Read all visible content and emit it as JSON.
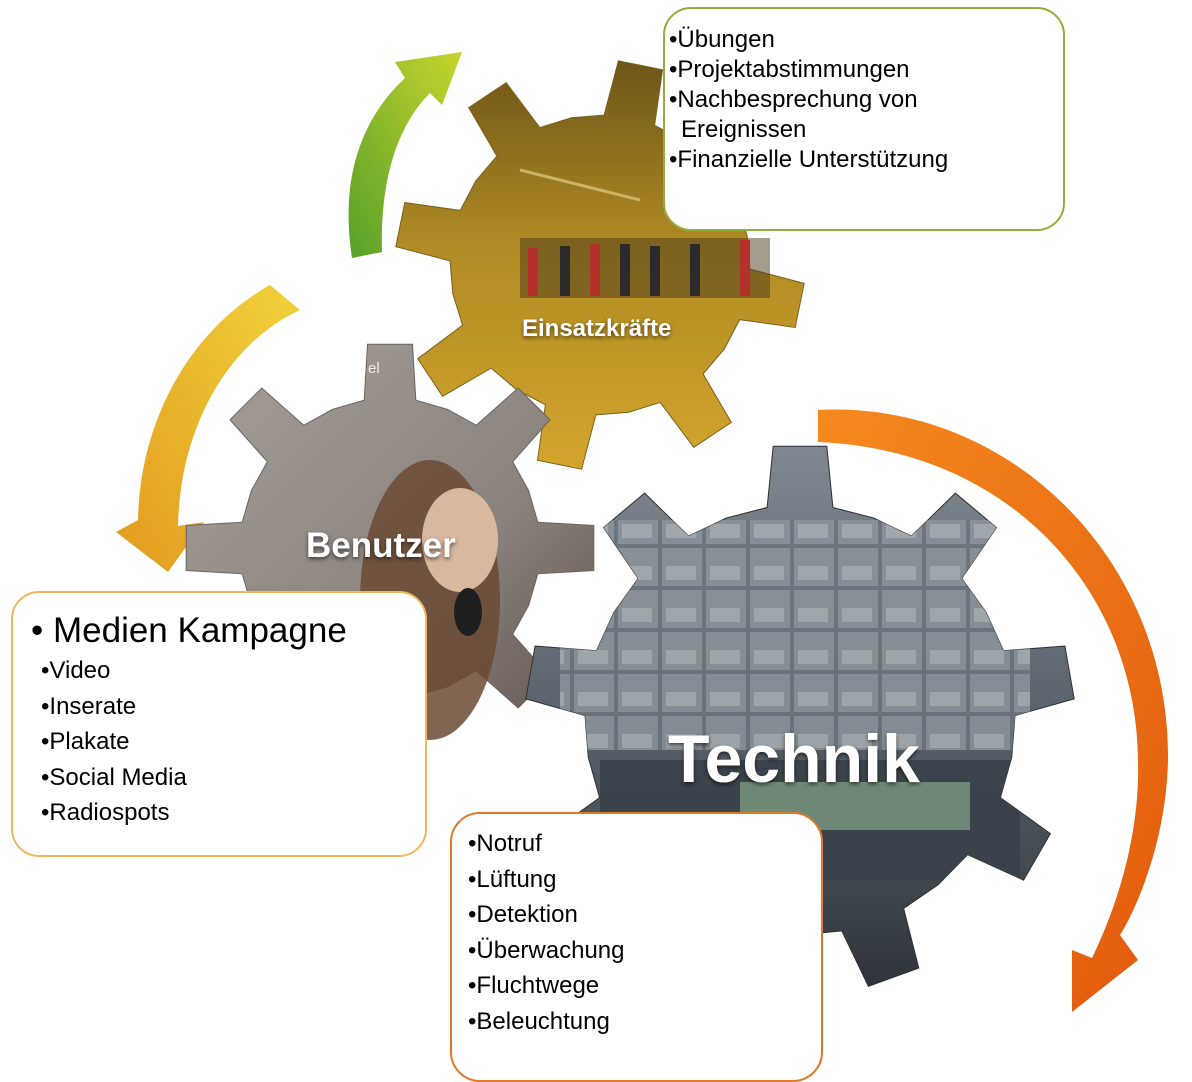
{
  "gears": {
    "einsatz": {
      "label": "Einsatzkräfte"
    },
    "benutzer": {
      "label": "Benutzer"
    },
    "technik": {
      "label": "Technik"
    }
  },
  "photo_fragment": "el",
  "boxes": {
    "einsatz": {
      "items": [
        "Übungen",
        "Projektabstimmungen",
        "Nachbesprechung von",
        "Ereignissen",
        "Finanzielle Unterstützung"
      ]
    },
    "benutzer": {
      "heading": "• Medien Kampagne",
      "items": [
        "Video",
        "Inserate",
        "Plakate",
        "Social Media",
        "Radiospots"
      ]
    },
    "technik": {
      "items": [
        "Notruf",
        "Lüftung",
        "Detektion",
        "Überwachung",
        "Fluchtwege",
        "Beleuchtung"
      ]
    }
  },
  "colors": {
    "arrow_green": "#9cc127",
    "arrow_yellow": "#e6b425",
    "arrow_orange": "#ee6a12",
    "gear_gold": "#a6811f",
    "gear_gray": "#8d857f",
    "gear_monitor": "#5d6670"
  }
}
